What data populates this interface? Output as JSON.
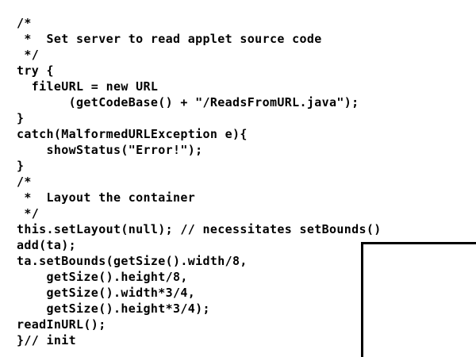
{
  "document": {
    "type": "source-code-listing",
    "language": "Java",
    "background_color": "#ffffff",
    "text_color": "#000000"
  },
  "code": {
    "lines": [
      "/*",
      " *  Set server to read applet source code",
      " */",
      "try {",
      "  fileURL = new URL",
      "       (getCodeBase() + \"/ReadsFromURL.java\");",
      "}",
      "catch(MalformedURLException e){",
      "    showStatus(\"Error!\");",
      "}",
      "/*",
      " *  Layout the container",
      " */",
      "this.setLayout(null); // necessitates setBounds()",
      "add(ta);",
      "ta.setBounds(getSize().width/8,",
      "    getSize().height/8,",
      "    getSize().width*3/4,",
      "    getSize().height*3/4);",
      "readInURL();",
      "}// init"
    ]
  },
  "panel": {
    "label": "partial-rectangle-outline",
    "border_color": "#000000"
  }
}
